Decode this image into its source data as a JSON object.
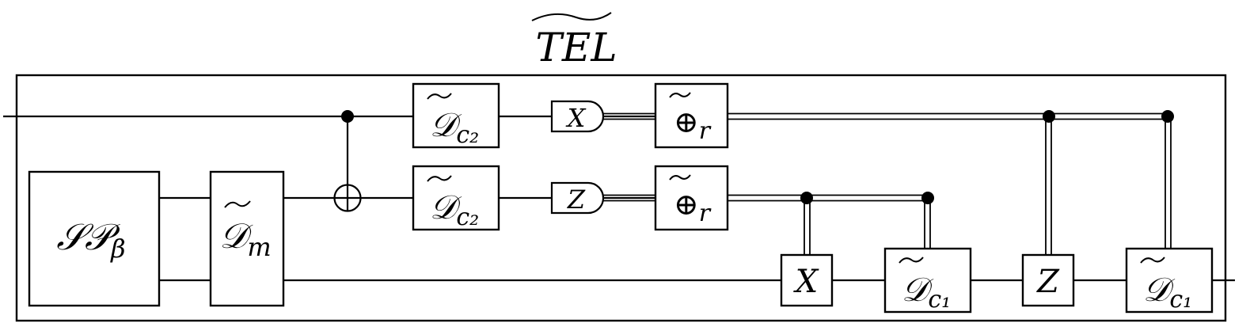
{
  "title": {
    "base": "TEL"
  },
  "gates": {
    "sp": {
      "main": "𝒮𝒫",
      "sub": "β"
    },
    "dm": {
      "main": "𝒟",
      "sub": "m"
    },
    "dc2_top": {
      "main": "𝒟",
      "sub": "c₂"
    },
    "dc2_mid": {
      "main": "𝒟",
      "sub": "c₂"
    },
    "meas_x": {
      "label": "X"
    },
    "meas_z": {
      "label": "Z"
    },
    "xor_top": {
      "main": "⊕",
      "sub": "r"
    },
    "xor_mid": {
      "main": "⊕",
      "sub": "r"
    },
    "x_gate": {
      "label": "X"
    },
    "dc1_a": {
      "main": "𝒟",
      "sub": "c₁"
    },
    "z_gate": {
      "label": "Z"
    },
    "dc1_b": {
      "main": "𝒟",
      "sub": "c₁"
    }
  }
}
